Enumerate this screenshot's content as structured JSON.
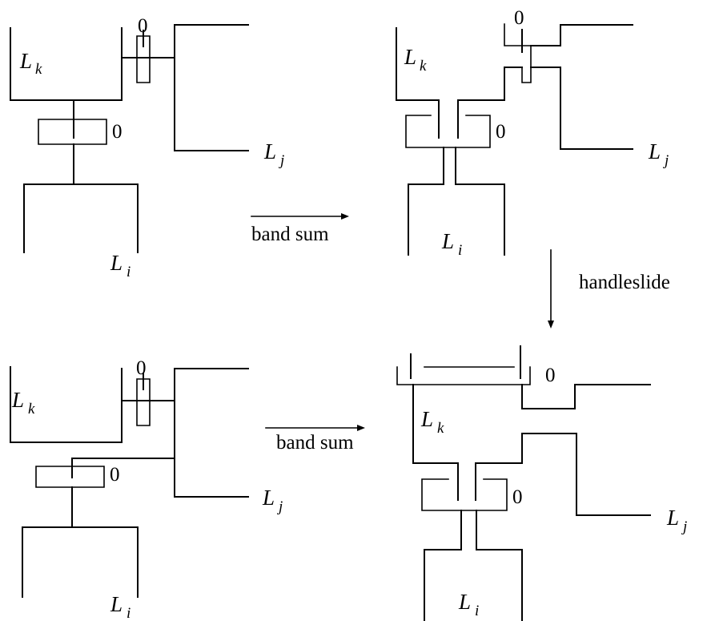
{
  "labels": {
    "link_k": "L",
    "link_j": "L",
    "link_i": "L",
    "sub_k": "k",
    "sub_j": "j",
    "sub_i": "i",
    "framing": "0"
  },
  "arrows": {
    "band_sum": "band sum",
    "handleslide": "handleslide"
  }
}
